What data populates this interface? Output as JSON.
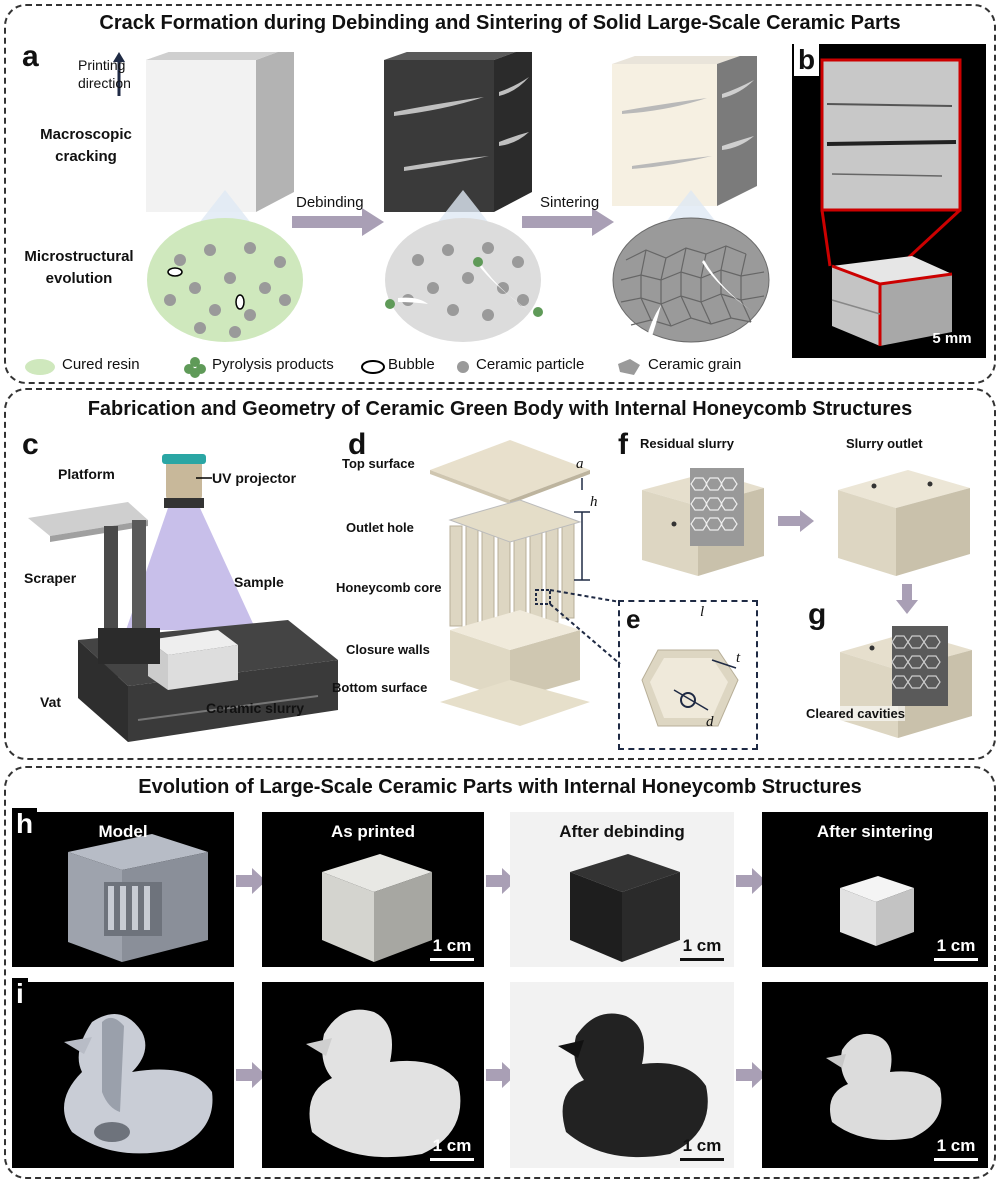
{
  "section_a": {
    "title": "Crack Formation during Debinding and Sintering of Solid Large-Scale Ceramic Parts",
    "panel_a": "a",
    "panel_b": "b",
    "printing_direction": "Printing direction",
    "macroscopic": "Macroscopic cracking",
    "microstructural": "Microstructural evolution",
    "debinding": "Debinding",
    "sintering": "Sintering",
    "scale_b": "5 mm",
    "legend": [
      {
        "label": "Cured resin",
        "color": "#cfe8bd"
      },
      {
        "label": "Pyrolysis products",
        "color": "#5f9a58"
      },
      {
        "label": "Bubble",
        "color": "#ffffff"
      },
      {
        "label": "Ceramic particle",
        "color": "#9a9a9a"
      },
      {
        "label": "Ceramic grain",
        "color": "#9a9a9a"
      }
    ]
  },
  "section_c": {
    "title": "Fabrication and Geometry of Ceramic Green Body with Internal Honeycomb Structures",
    "panel_c": "c",
    "panel_d": "d",
    "panel_e": "e",
    "panel_f": "f",
    "panel_g": "g",
    "c_labels": {
      "uv": "UV projector",
      "platform": "Platform",
      "scraper": "Scraper",
      "sample": "Sample",
      "vat": "Vat",
      "slurry": "Ceramic slurry"
    },
    "d_labels": {
      "top": "Top surface",
      "outlet": "Outlet hole",
      "core": "Honeycomb core",
      "walls": "Closure walls",
      "bottom": "Bottom surface",
      "a": "a",
      "h": "h"
    },
    "e_labels": {
      "l": "l",
      "t": "t",
      "d": "d"
    },
    "f_labels": {
      "residual": "Residual slurry",
      "outlet": "Slurry outlet"
    },
    "g_labels": {
      "cleared": "Cleared cavities"
    }
  },
  "section_h": {
    "title": "Evolution of Large-Scale Ceramic Parts with Internal Honeycomb Structures",
    "panel_h": "h",
    "panel_i": "i",
    "model": "Model",
    "as_printed": "As printed",
    "after_debinding": "After debinding",
    "after_sintering": "After sintering",
    "scale": "1 cm"
  }
}
